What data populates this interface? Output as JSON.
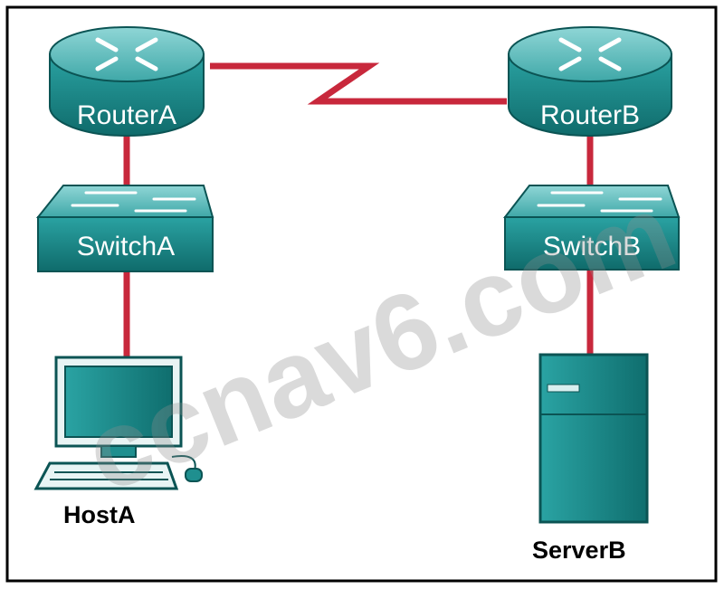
{
  "devices": {
    "router_a": {
      "label": "RouterA",
      "type": "router"
    },
    "router_b": {
      "label": "RouterB",
      "type": "router"
    },
    "switch_a": {
      "label": "SwitchA",
      "type": "switch"
    },
    "switch_b": {
      "label": "SwitchB",
      "type": "switch"
    },
    "host_a": {
      "label": "HostA",
      "type": "pc"
    },
    "server_b": {
      "label": "ServerB",
      "type": "server"
    }
  },
  "links": [
    {
      "from": "RouterA",
      "to": "RouterB",
      "kind": "serial"
    },
    {
      "from": "RouterA",
      "to": "SwitchA",
      "kind": "ethernet"
    },
    {
      "from": "SwitchA",
      "to": "HostA",
      "kind": "ethernet"
    },
    {
      "from": "RouterB",
      "to": "SwitchB",
      "kind": "ethernet"
    },
    {
      "from": "SwitchB",
      "to": "ServerB",
      "kind": "ethernet"
    }
  ],
  "watermark": "ccnav6.com",
  "colors": {
    "device_teal": "#1f8f8f",
    "device_top": "#6cc4c4",
    "link_red": "#c8283c",
    "frame": "#000000"
  }
}
